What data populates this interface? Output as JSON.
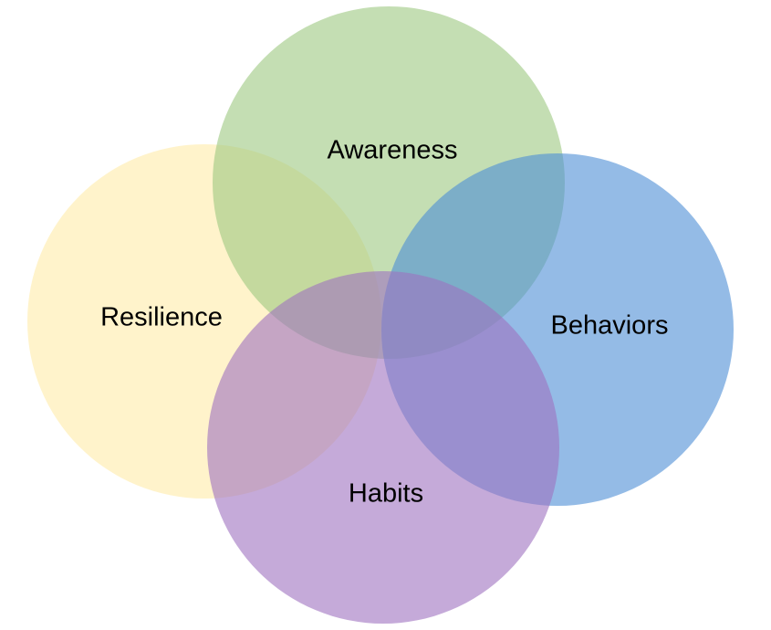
{
  "diagram": {
    "type": "venn",
    "sets": [
      {
        "id": "resilience",
        "label": "Resilience",
        "color": "#ffeba8"
      },
      {
        "id": "awareness",
        "label": "Awareness",
        "color": "#9dc880"
      },
      {
        "id": "behaviors",
        "label": "Behaviors",
        "color": "#4d8ed6"
      },
      {
        "id": "habits",
        "label": "Habits",
        "color": "#9e71c0"
      }
    ]
  }
}
